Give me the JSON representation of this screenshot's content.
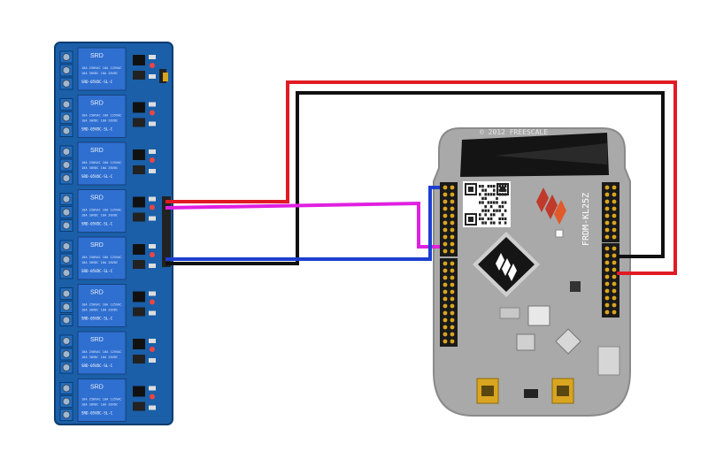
{
  "relay_module": {
    "channel_count": 8,
    "relay_text": {
      "brand": "SRD",
      "rating_line1": "10A 250VAC 10A 125VAC",
      "rating_line2": "10A 30VDC 10A 28VDC",
      "model": "SRD-05VDC-SL-C"
    },
    "color": "#1a5fa8"
  },
  "board": {
    "copyright": "© 2012 FREESCALE",
    "model": "FRDM-KL25Z",
    "color": "#a9a9a9"
  },
  "wires": [
    {
      "color_name": "red",
      "hex": "#e01b24"
    },
    {
      "color_name": "black",
      "hex": "#111111"
    },
    {
      "color_name": "magenta",
      "hex": "#e020e0"
    },
    {
      "color_name": "blue",
      "hex": "#1c3fd0"
    }
  ],
  "icons": [
    "freescale-logo-icon",
    "qr-code-icon",
    "usb-connector-icon"
  ]
}
